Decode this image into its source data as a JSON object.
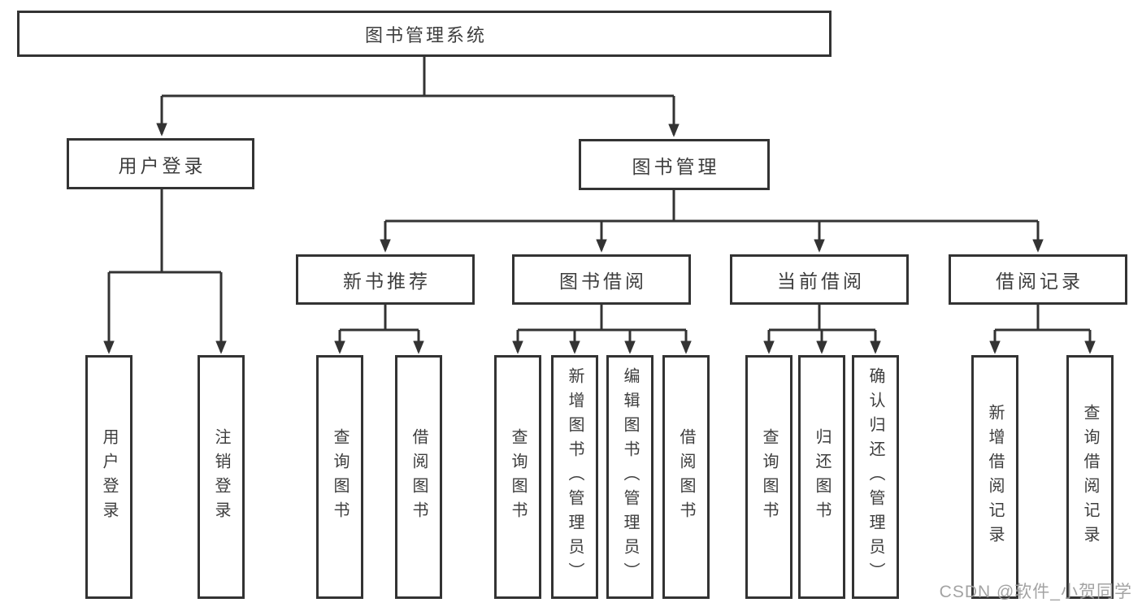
{
  "colors": {
    "line": "#333333",
    "box_border": "#333333",
    "text": "#3d3d3d",
    "watermark": "#9e9e9e",
    "background": "#ffffff"
  },
  "tree": {
    "root": {
      "label": "图书管理系统"
    },
    "branches": [
      {
        "label": "用户登录",
        "children": [
          {
            "label": "用户登录"
          },
          {
            "label": "注销登录"
          }
        ]
      },
      {
        "label": "图书管理",
        "children": [
          {
            "label": "新书推荐",
            "children": [
              {
                "label": "查询图书"
              },
              {
                "label": "借阅图书"
              }
            ]
          },
          {
            "label": "图书借阅",
            "children": [
              {
                "label": "查询图书"
              },
              {
                "label": "新增图书（管理员）"
              },
              {
                "label": "编辑图书（管理员）"
              },
              {
                "label": "借阅图书"
              }
            ]
          },
          {
            "label": "当前借阅",
            "children": [
              {
                "label": "查询图书"
              },
              {
                "label": "归还图书"
              },
              {
                "label": "确认归还（管理员）"
              }
            ]
          },
          {
            "label": "借阅记录",
            "children": [
              {
                "label": "新增借阅记录"
              },
              {
                "label": "查询借阅记录"
              }
            ]
          }
        ]
      }
    ]
  },
  "watermark": {
    "text": "CSDN @软件_小贺同学"
  }
}
